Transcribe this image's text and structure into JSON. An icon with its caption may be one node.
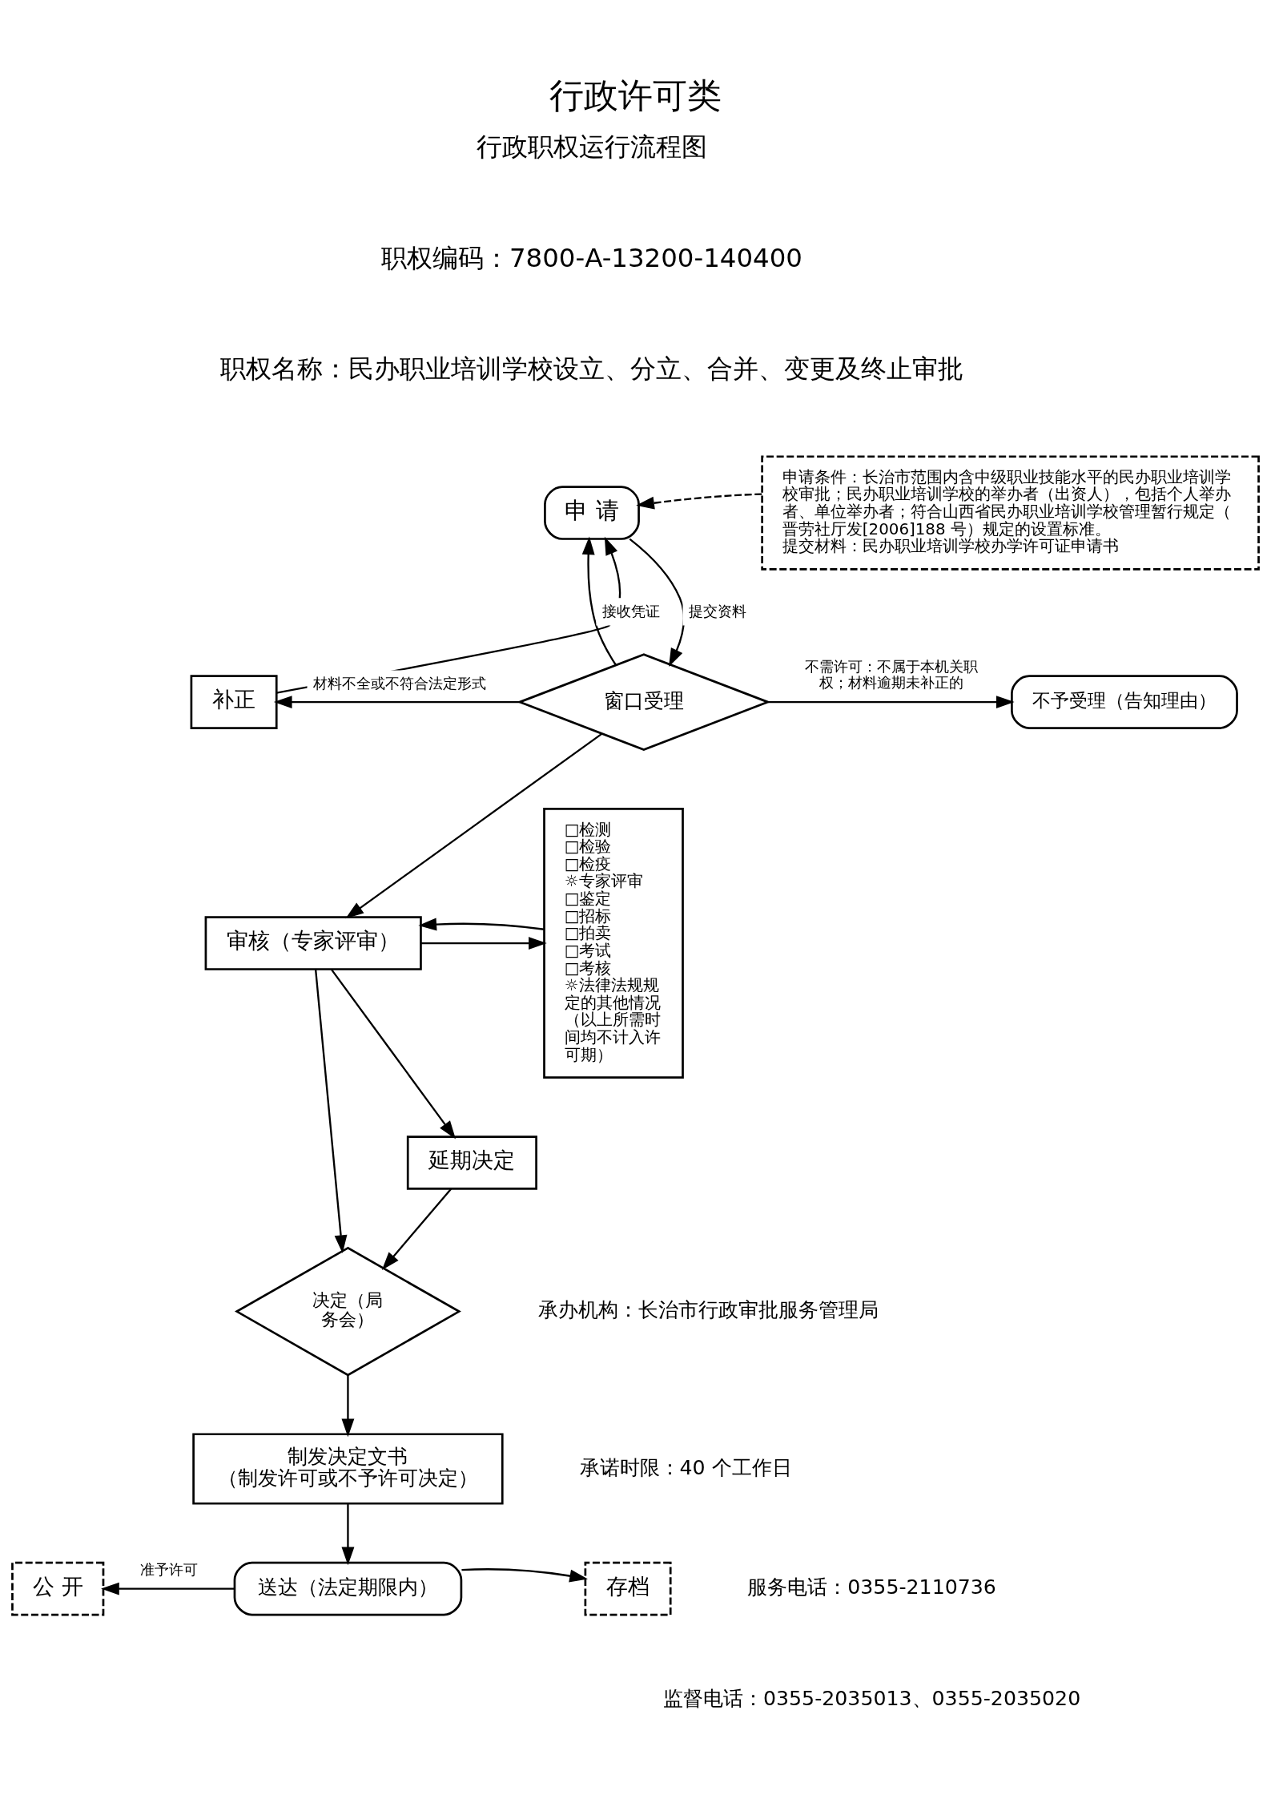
{
  "diagram": {
    "title": "行政许可类",
    "nodes": [
      {
        "text": [
          "申请条件：长治市范围内含中级职业技能水平的民办职业培训学校审批；民办职业培训学校的举办者（出资人），包括个人举办者、单位举办者；符合山西省民办职业培训学校管理暂行规定（晋劳社厅发[2006]188 号）规定的设置标准。",
          "提交材料：民办职业培训学校办学许可证申请书"
        ]
      },
      {
        "text": [
          "申 请"
        ]
      },
      {
        "text": [
          "补正"
        ]
      },
      {
        "text": [
          "窗口受理"
        ]
      },
      {
        "text": [
          "不予受理（告知理由）"
        ]
      },
      {
        "text": [
          "审核（专家评审）"
        ]
      },
      {
        "text": [
          "□检测",
          "□检验",
          "□检疫",
          "☼专家评审",
          "□鉴定",
          "□招标",
          "□拍卖",
          "□考试",
          "□考核",
          "☼法律法规规定的其他情况",
          "（以上所需时间均不计入许可期）"
        ]
      },
      {
        "text": [
          "延期决定"
        ]
      },
      {
        "text": [
          "决定（局务会）"
        ]
      },
      {
        "text": [
          "制发决定文书",
          "（制发许可或不予许可决定）"
        ]
      },
      {
        "text": [
          "送达（法定期限内）"
        ]
      },
      {
        "text": [
          "公 开"
        ]
      },
      {
        "text": [
          "存档"
        ]
      }
    ],
    "edges": [
      {
        "from": 0,
        "to": 1,
        "arrow": "to",
        "style": "dashed"
      },
      {
        "from": 1,
        "to": 3,
        "arrow": "to",
        "label": "提交资料"
      },
      {
        "from": 3,
        "to": 1,
        "arrow": "to",
        "label": "接收凭证"
      },
      {
        "from": 3,
        "to": 2,
        "arrow": "to",
        "label": "材料不全或不符合法定形式"
      },
      {
        "from": 2,
        "to": 1,
        "arrow": "to"
      },
      {
        "from": 3,
        "to": 4,
        "arrow": "to",
        "label": "不需许可：不属于本机关职权；材料逾期未补正的"
      },
      {
        "from": 3,
        "to": 5,
        "arrow": "to"
      },
      {
        "from": 5,
        "to": 6,
        "arrow": "to"
      },
      {
        "from": 6,
        "to": 5,
        "arrow": "to"
      },
      {
        "from": 5,
        "to": 7,
        "arrow": "to"
      },
      {
        "from": 5,
        "to": 8,
        "arrow": "to"
      },
      {
        "from": 7,
        "to": 8,
        "arrow": "to"
      },
      {
        "from": 8,
        "to": 9,
        "arrow": "to"
      },
      {
        "from": 9,
        "to": 10,
        "arrow": "to"
      },
      {
        "from": 10,
        "to": 11,
        "arrow": "to",
        "label": "准予许可"
      },
      {
        "from": 10,
        "to": 12,
        "arrow": "to"
      }
    ],
    "labels": [
      "行政职权运行流程图",
      "职权编码：7800-A-13200-140400",
      "职权名称：民办职业培训学校设立、分立、合并、变更及终止审批",
      "承办机构：长治市行政审批服务管理局",
      "承诺时限：40 个工作日",
      "服务电话：0355-2110736",
      "监督电话：0355-2035013、0355-2035020"
    ]
  }
}
